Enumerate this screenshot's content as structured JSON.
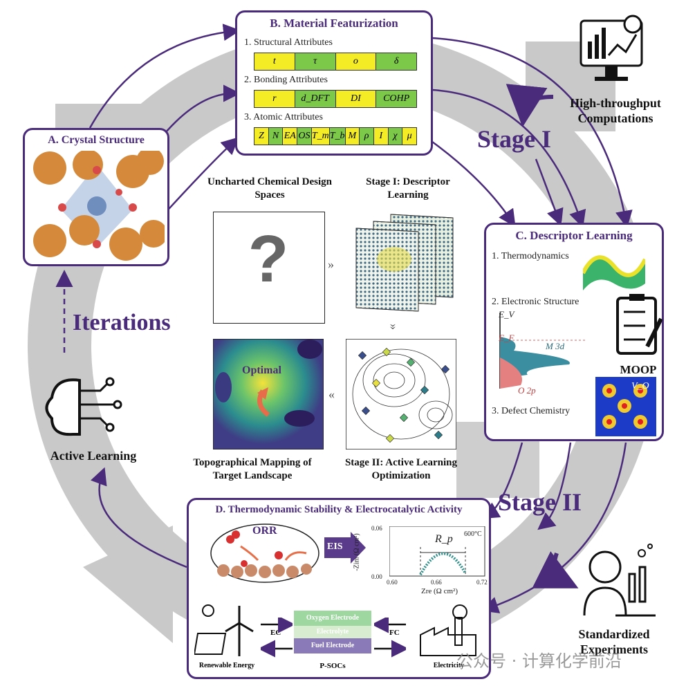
{
  "colors": {
    "accent": "#4a2a7a",
    "yellow": "#f4ec24",
    "green": "#7cc94a",
    "ring": "#c4c4c4"
  },
  "panel_a": {
    "title": "A. Crystal Structure"
  },
  "panel_b": {
    "title": "B. Material Featurization",
    "structural": {
      "label": "1. Structural Attributes",
      "cells": [
        "t",
        "τ",
        "o",
        "δ"
      ]
    },
    "bonding": {
      "label": "2. Bonding Attributes",
      "cells": [
        "r",
        "d_DFT",
        "DI",
        "COHP"
      ]
    },
    "atomic": {
      "label": "3. Atomic Attributes",
      "cells": [
        "Z",
        "N",
        "EA",
        "OS",
        "T_m",
        "T_b",
        "M",
        "ρ",
        "I",
        "χ",
        "μ"
      ]
    }
  },
  "panel_c": {
    "title": "C. Descriptor Learning",
    "item1": "1. Thermodynamics",
    "item2": "2. Electronic Structure",
    "item3": "3. Defect Chemistry",
    "ev": "E_V",
    "ef": "E_F",
    "m3d": "M 3d",
    "o2p": "O 2p",
    "moop": "MOOP",
    "vo": "V_O"
  },
  "panel_d": {
    "title": "D. Thermodynamic Stability & Electrocatalytic Activity",
    "orr": "ORR",
    "eis": "EIS",
    "rp": "R_p",
    "temp": "600°C",
    "ylabel": "-Zim (Ω cm²)",
    "xlabel": "Zre (Ω cm²)",
    "yticks": [
      "0.06",
      "0.00"
    ],
    "xticks": [
      "0.60",
      "0.66",
      "0.72"
    ],
    "layers": [
      "Oxygen Electrode",
      "Electrolyte",
      "Fuel Electrode"
    ],
    "ec": "EC",
    "fc": "FC",
    "renewable": "Renewable Energy",
    "psocs": "P-SOCs",
    "electricity": "Electricity"
  },
  "center": {
    "uncharted": "Uncharted Chemical Design Spaces",
    "stage1_title": "Stage I: Descriptor Learning",
    "topo": "Topographical Mapping of Target Landscape",
    "stage2_title": "Stage II: Active Learning Optimization",
    "optimal": "Optimal",
    "question": "?"
  },
  "side": {
    "stage1": "Stage I",
    "stage2": "Stage II",
    "iterations": "Iterations",
    "htc": "High-throughput Computations",
    "active": "Active Learning",
    "std": "Standardized Experiments"
  },
  "watermark": "公众号 · 计算化学前沿"
}
